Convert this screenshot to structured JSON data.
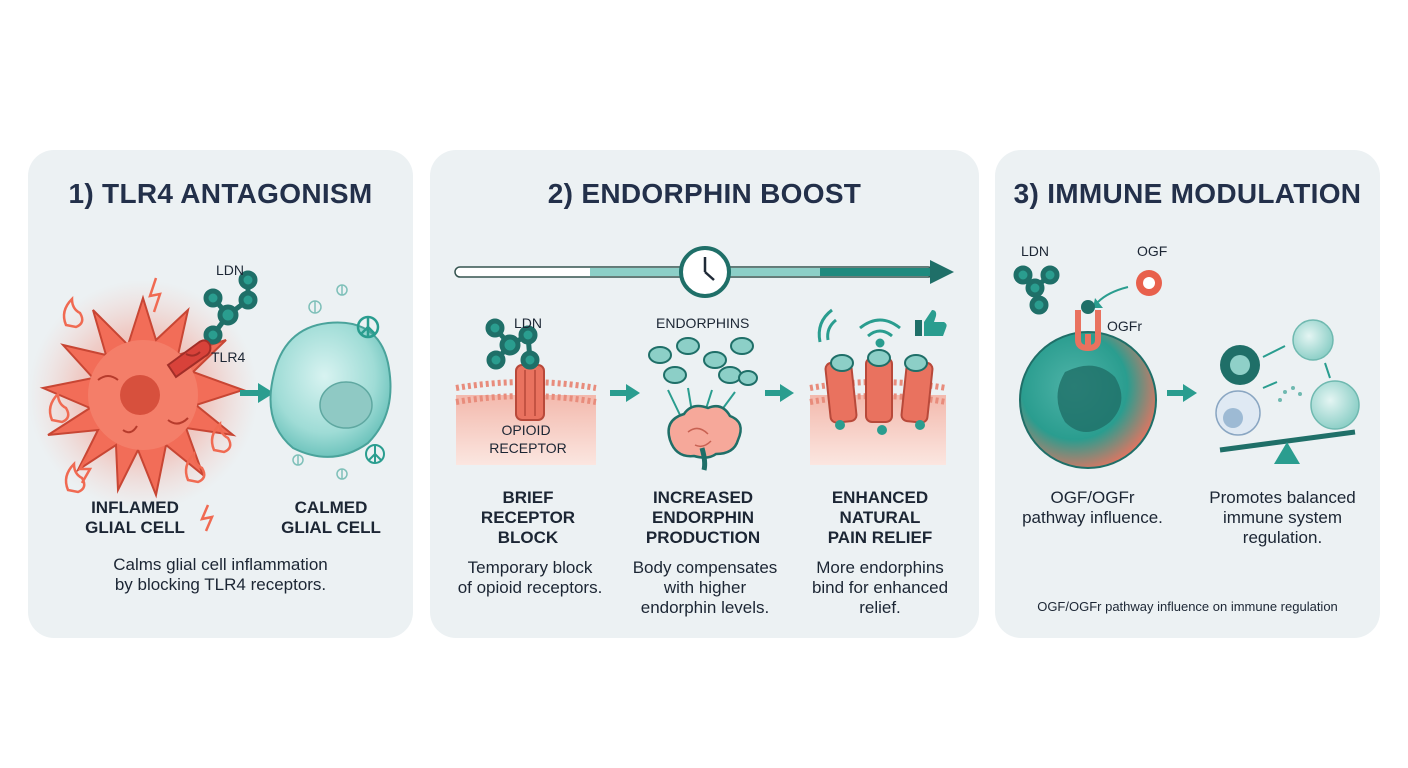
{
  "panel1": {
    "title": "1) TLR4 ANTAGONISM",
    "label_ldn": "LDN",
    "label_tlr4": "TLR4",
    "left_caption": "INFLAMED\nGLIAL CELL",
    "right_caption": "CALMED\nGLIAL CELL",
    "description": "Calms glial cell inflammation\nby blocking TLR4 receptors."
  },
  "panel2": {
    "title": "2) ENDORPHIN BOOST",
    "label_ldn": "LDN",
    "label_receptor": "OPIOID\nRECEPTOR",
    "label_endorphins": "ENDORPHINS",
    "step1_caption": "BRIEF\nRECEPTOR\nBLOCK",
    "step2_caption": "INCREASED\nENDORPHIN\nPRODUCTION",
    "step3_caption": "ENHANCED\nNATURAL\nPAIN RELIEF",
    "step1_desc": "Temporary block\nof opioid receptors.",
    "step2_desc": "Body compensates\nwith higher\nendorphin levels.",
    "step3_desc": "More endorphins\nbind for enhanced\nrelief."
  },
  "panel3": {
    "title": "3) IMMUNE MODULATION",
    "label_ldn": "LDN",
    "label_ogf": "OGF",
    "label_ogfr": "OGFr",
    "left_desc": "OGF/OGFr\npathway influence.",
    "right_desc": "Promotes balanced\nimmune system\nregulation.",
    "footnote": "OGF/OGFr pathway influence on immune regulation"
  },
  "colors": {
    "teal": "#2a9d8f",
    "teal_dark": "#1f6f68",
    "red": "#e8604c",
    "coral": "#f08a78",
    "panel_bg": "#ecf1f3",
    "title_navy": "#23304a"
  },
  "icons": [
    "fire-icon",
    "lightning-icon",
    "peace-icon",
    "clock-icon",
    "thumbs-up-icon",
    "signal-icon",
    "brain-icon",
    "seesaw-icon"
  ]
}
